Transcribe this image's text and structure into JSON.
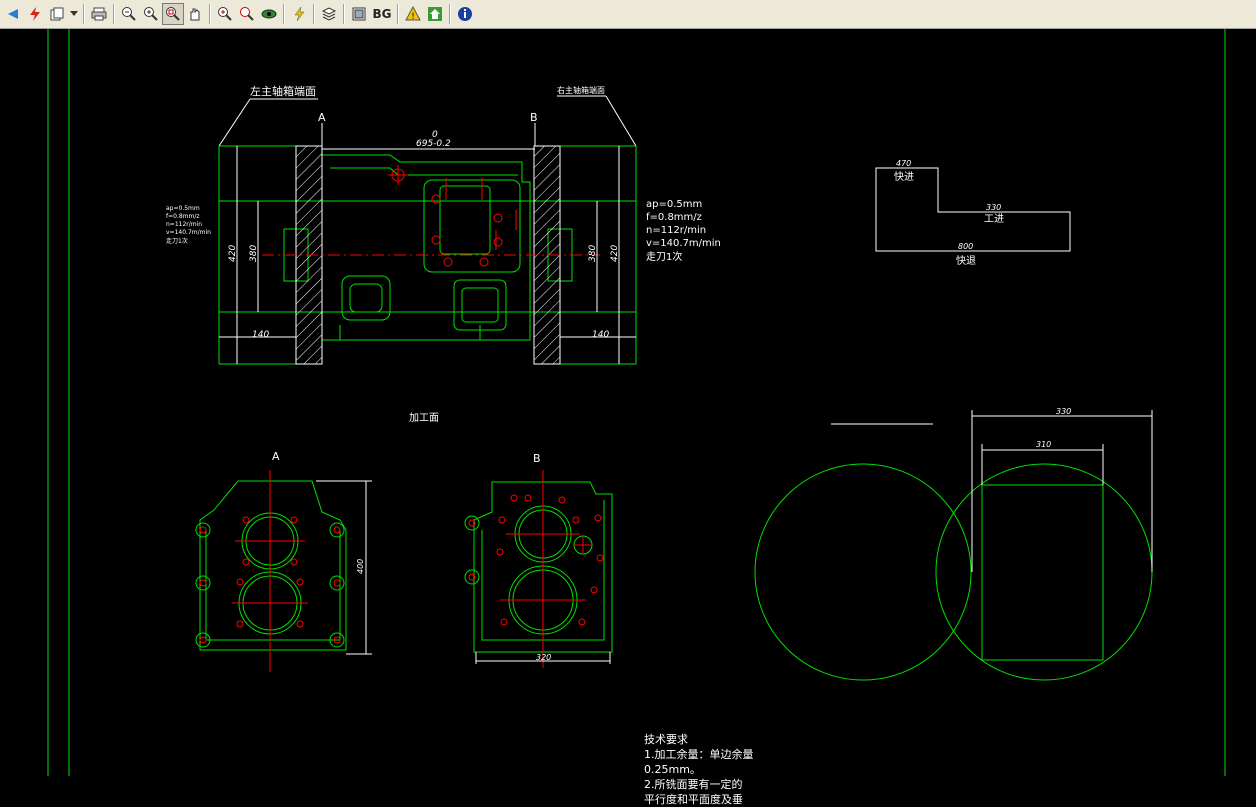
{
  "toolbar": {
    "bg_label": "BG",
    "icons": [
      "back-arrow-icon",
      "layers-icon",
      "dropdown-icon",
      "print-icon",
      "zoom-out-icon",
      "zoom-in-icon",
      "zoom-window-icon",
      "pan-icon",
      "zoom-extents-icon",
      "zoom-realtime-icon",
      "view-icon",
      "lightning-icon",
      "layer-manager-icon",
      "frame-icon",
      "bg-color",
      "warning-icon",
      "home-icon",
      "info-icon"
    ]
  },
  "drawing": {
    "label_left_end": "左主轴箱端面",
    "label_right_end": "右主轴箱端面",
    "section_a": "A",
    "section_b": "B",
    "dim_top_zero": "0",
    "dim_top": "695-0.2",
    "dim_left_140": "140",
    "dim_right_140": "140",
    "dim_420_left": "420",
    "dim_380_left": "380",
    "dim_380_right": "380",
    "dim_420_right": "420",
    "small_params": [
      "ap=0.5mm",
      "f=0.8mm/z",
      "n=112r/min",
      "v=140.7m/min",
      "走刀1次"
    ],
    "params": [
      "ap=0.5mm",
      "f=0.8mm/z",
      "n=112r/min",
      "v=140.7m/min",
      "走刀1次"
    ],
    "feed_470": "470",
    "feed_fast": "快进",
    "feed_330": "330",
    "feed_work": "工进",
    "feed_800": "800",
    "feed_return": "快退",
    "machined_face": "加工面",
    "view_a_label": "A",
    "view_b_label": "B",
    "dim_400": "400",
    "dim_320": "320",
    "circle_dim_330": "330",
    "circle_dim_310": "310",
    "tech_title": "技术要求",
    "tech_lines": [
      "1.加工余量：单边余量",
      "0.25mm。",
      "2.所铣面要有一定的",
      "平行度和平面度及垂"
    ]
  },
  "colors": {
    "green": "#00e000",
    "red": "#ff0000",
    "white": "#ffffff",
    "toolbar_bg": "#ece9d8"
  }
}
